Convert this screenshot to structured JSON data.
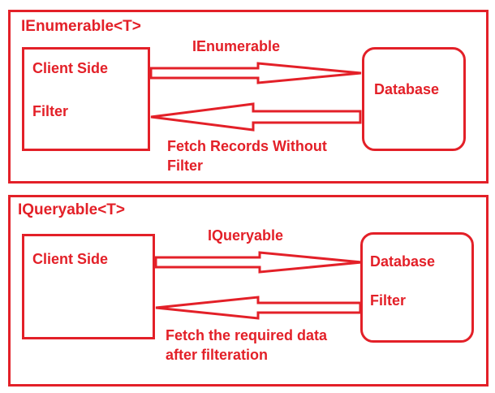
{
  "colors": {
    "accent": "#e32028",
    "background": "#ffffff"
  },
  "top_panel": {
    "title": "IEnumerable<T>",
    "client_box": {
      "line1": "Client Side",
      "line2": "Filter"
    },
    "database_box": {
      "line1": "Database"
    },
    "request_label": "IEnumerable",
    "response_label_line1": "Fetch Records Without",
    "response_label_line2": "Filter"
  },
  "bottom_panel": {
    "title": "IQueryable<T>",
    "client_box": {
      "line1": "Client Side"
    },
    "database_box": {
      "line1": "Database",
      "line2": "Filter"
    },
    "request_label": "IQueryable",
    "response_label_line1": "Fetch the required data",
    "response_label_line2": "after filteration"
  }
}
